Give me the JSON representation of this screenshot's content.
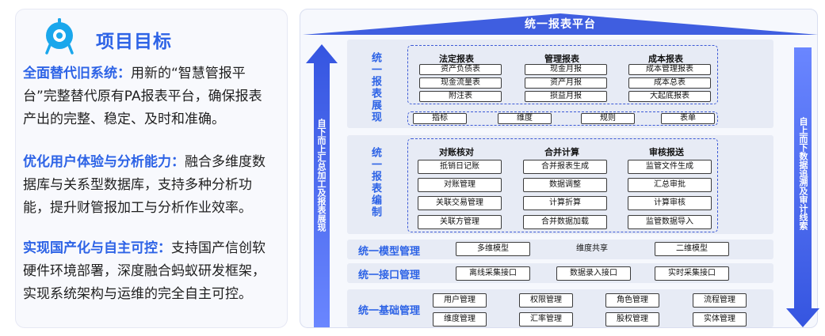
{
  "left": {
    "title": "项目目标",
    "items": [
      {
        "heading": "全面替代旧系统：",
        "text": "用新的“智慧管报平台”完整替代原有PA报表平台，确保报表产出的完整、稳定、及时和准确。"
      },
      {
        "heading": "优化用户体验与分析能力：",
        "text": "融合多维度数据库与关系型数据库，支持多种分析功能，提升财管报加工与分析作业效率。"
      },
      {
        "heading": "实现国产化与自主可控：",
        "text": "支持国产信创软硬件环境部署，深度融合蚂蚁研发框架，实现系统架构与运维的完全自主可控。"
      }
    ]
  },
  "diagram": {
    "banner": "统一报表平台",
    "left_arrow": "自下而上汇总加工及报表展现",
    "right_arrow": "自上而下数据追溯及审计线索",
    "display": {
      "label": "统一报表展现",
      "groups": [
        {
          "head": "法定报表",
          "items": [
            "资产负债表",
            "现金流量表",
            "附注表"
          ]
        },
        {
          "head": "管理报表",
          "items": [
            "现金月报",
            "资产月报",
            "损益月报"
          ]
        },
        {
          "head": "成本报表",
          "items": [
            "成本管理报表",
            "成本总表",
            "大起底报表"
          ]
        }
      ],
      "dims": [
        "指标",
        "维度",
        "规则",
        "表单"
      ]
    },
    "compile": {
      "label": "统一报表编制",
      "groups": [
        {
          "head": "对账核对",
          "items": [
            "抵销日记账",
            "对账管理",
            "关联交易管理",
            "关联方管理"
          ]
        },
        {
          "head": "合并计算",
          "items": [
            "合并报表生成",
            "数据调整",
            "计算折算",
            "合并数据加载"
          ]
        },
        {
          "head": "审核报送",
          "items": [
            "监管文件生成",
            "汇总审批",
            "计算审核",
            "监管数据导入"
          ]
        }
      ]
    },
    "model": {
      "label": "统一模型管理",
      "items": [
        "多维模型",
        "维度共享",
        "二维模型"
      ]
    },
    "interface": {
      "label": "统一接口管理",
      "items": [
        "离线采集接口",
        "数据录入接口",
        "实时采集接口"
      ]
    },
    "base": {
      "label": "统一基础管理",
      "items": [
        "用户管理",
        "权限管理",
        "角色管理",
        "流程管理",
        "维度管理",
        "汇率管理",
        "股权管理",
        "实体管理"
      ]
    }
  },
  "colors": {
    "accent": "#2d63e6",
    "arrow": "#3f5ee0",
    "panel": "#e7ebf5"
  }
}
